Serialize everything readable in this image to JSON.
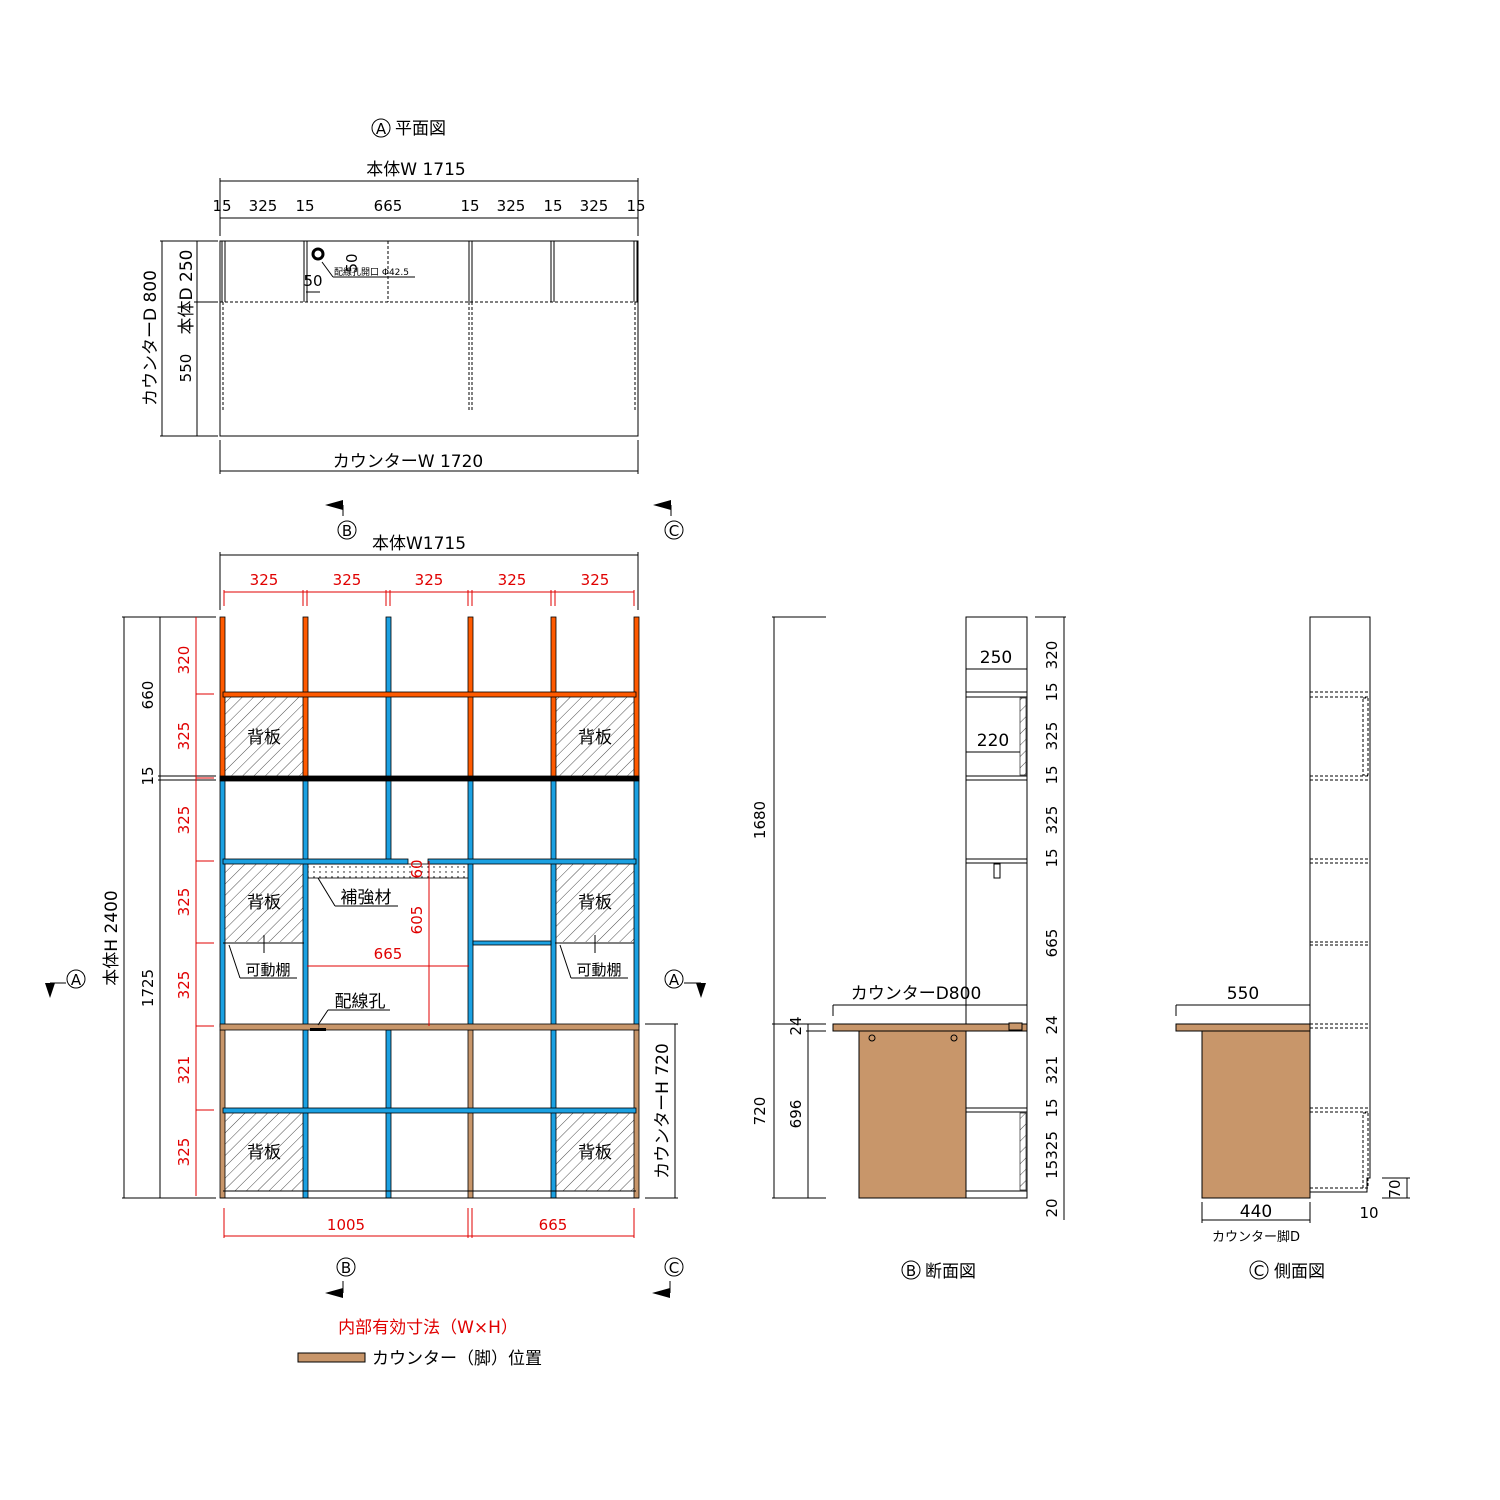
{
  "colors": {
    "upper": "#ff5a00",
    "middle": "#1ba1e2",
    "counter": "#c8966a",
    "dim": "#e00000"
  },
  "plan": {
    "letter": "A",
    "title": "平面図",
    "width_label": "本体W 1715",
    "segments": [
      "15",
      "325",
      "15",
      "665",
      "15",
      "325",
      "15",
      "325",
      "15"
    ],
    "depth_total": "カウンターD 800",
    "body_depth": "本体D 250",
    "counter_rest": "550",
    "counter_width": "カウンターW 1720",
    "hole_label": "配線孔開口 Φ42.5",
    "hole_offset_y": "50",
    "hole_offset_x": "50"
  },
  "elevation": {
    "width_label": "本体W1715",
    "inner_widths": [
      "325",
      "325",
      "325",
      "325",
      "325"
    ],
    "inner_heights": [
      "320",
      "325",
      "325",
      "325",
      "325",
      "321",
      "325"
    ],
    "upper_height": "660",
    "joint": "15",
    "lower_height": "1725",
    "height_label": "本体H 2400",
    "backboard": "背板",
    "movable_shelf": "可動棚",
    "reinforcement": "補強材",
    "wiring_hole": "配線孔",
    "opening_top": "60",
    "opening_height": "605",
    "opening_width": "665",
    "bottom_widths": [
      "1005",
      "665"
    ],
    "counter_height": "カウンターH 720",
    "markers": {
      "a": "A",
      "b": "B",
      "c": "C"
    }
  },
  "section": {
    "letter": "B",
    "title": "断面図",
    "depth_top": "250",
    "depth_inner": "220",
    "counter_depth": "カウンターD800",
    "h_upper": "1680",
    "h_counter": "720",
    "top_thickness": "24",
    "leg_height": "696",
    "right_dims": [
      "320",
      "15",
      "325",
      "15",
      "325",
      "15",
      "665",
      "24",
      "321",
      "15",
      "15325",
      "20"
    ]
  },
  "side": {
    "letter": "C",
    "title": "側面図",
    "counter_overhang": "550",
    "leg_depth": "440",
    "leg_label": "カウンター脚D",
    "gap": "10",
    "kick": "70"
  },
  "legend": {
    "inner_dims": "内部有効寸法（W×H）",
    "counter_position": "カウンター（脚）位置"
  }
}
